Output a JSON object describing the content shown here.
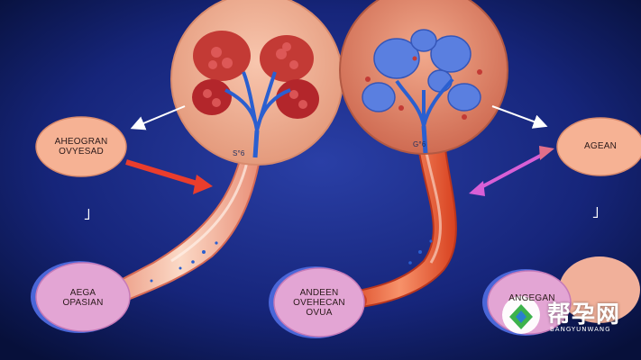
{
  "colors": {
    "background_center": "#2a3fa6",
    "background_edge": "#07103a",
    "healthy_tissue": "#f2a98a",
    "inflamed_tissue": "#e0785a",
    "follicle_red": "#b3262b",
    "vessel_blue": "#2a5fd0",
    "oval_peach": "#f6b294",
    "oval_pink": "#e3a5d4",
    "arrow_red": "#ea3d2c",
    "arrow_magenta": "#d85fd6"
  },
  "labels": {
    "top_left": "AHEOGRAN\nOVYESAD",
    "top_right": "AGEAN",
    "bottom_left": "AEGA\nOPASIAN",
    "bottom_center": "ANDEEN\nOVEHECAN\nOVUA",
    "bottom_right": "ANGEGAN"
  },
  "tube_labels": {
    "left": "S°6",
    "right": "G°6"
  },
  "ticks": {
    "left": "˩",
    "right": "˩"
  },
  "icons": [
    "healthy-ovary-icon",
    "cystic-ovary-icon",
    "logo-icon"
  ],
  "watermark": {
    "text": "帮孕网",
    "sub": "BANGYUNWANG"
  }
}
